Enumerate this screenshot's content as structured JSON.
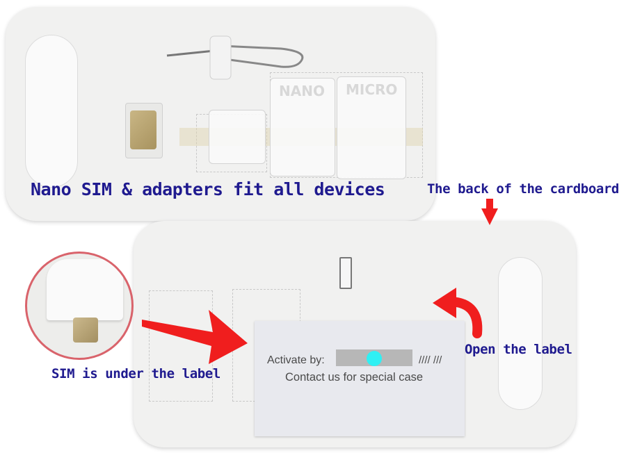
{
  "captions": {
    "top_card": "Nano SIM & adapters fit all devices",
    "back_of_card": "The back of the cardboard",
    "open_label": "Open the label",
    "sim_under_label": "SIM is under the label"
  },
  "adapters": {
    "nano_text": "NANO",
    "micro_text": "MICRO"
  },
  "label_sticker": {
    "activate_label": "Activate by:",
    "slashes": "//// ///",
    "contact_text": "Contact us for special case"
  },
  "colors": {
    "caption": "#1f1a8f",
    "arrow": "#f01e1e",
    "zoom_ring": "#d9636b",
    "activate_dot": "#2ff0f3"
  }
}
